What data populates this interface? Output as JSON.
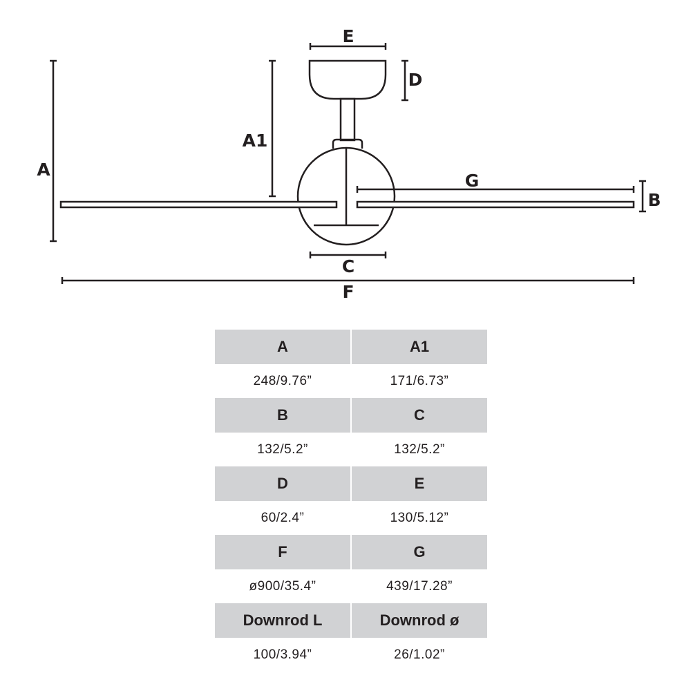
{
  "diagram": {
    "labels": {
      "A": "A",
      "A1": "A1",
      "B": "B",
      "C": "C",
      "D": "D",
      "E": "E",
      "F": "F",
      "G": "G"
    }
  },
  "table": {
    "rows": [
      {
        "headers": [
          "A",
          "A1"
        ],
        "values": [
          "248/9.76”",
          "171/6.73”"
        ]
      },
      {
        "headers": [
          "B",
          "C"
        ],
        "values": [
          "132/5.2”",
          "132/5.2”"
        ]
      },
      {
        "headers": [
          "D",
          "E"
        ],
        "values": [
          "60/2.4”",
          "130/5.12”"
        ]
      },
      {
        "headers": [
          "F",
          "G"
        ],
        "values": [
          "ø900/35.4”",
          "439/17.28”"
        ]
      },
      {
        "headers": [
          "Downrod L",
          "Downrod ø"
        ],
        "values": [
          "100/3.94”",
          "26/1.02”"
        ]
      }
    ]
  }
}
